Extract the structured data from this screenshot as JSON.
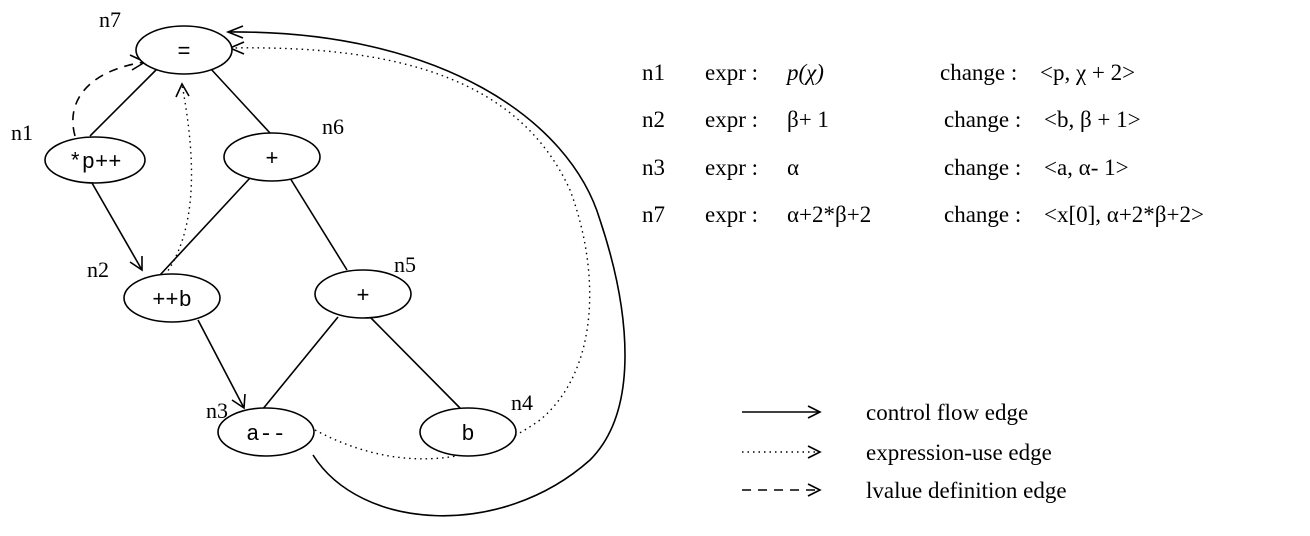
{
  "nodes": [
    {
      "id": "n7",
      "label": "="
    },
    {
      "id": "n1",
      "label": "*p++"
    },
    {
      "id": "n6",
      "label": "+"
    },
    {
      "id": "n2",
      "label": "++b"
    },
    {
      "id": "n5",
      "label": "+"
    },
    {
      "id": "n3",
      "label": "a--"
    },
    {
      "id": "n4",
      "label": "b"
    }
  ],
  "info": {
    "expr_label": "expr :",
    "change_label": "change :",
    "rows": [
      {
        "node": "n1",
        "expr": "p(χ)",
        "change": "<p,  χ + 2>"
      },
      {
        "node": "n2",
        "expr": "β+ 1",
        "change": "<b,  β + 1>"
      },
      {
        "node": "n3",
        "expr": "α",
        "change": "<a,  α- 1>"
      },
      {
        "node": "n7",
        "expr": "α+2*β+2",
        "change": "<x[0],  α+2*β+2>"
      }
    ]
  },
  "legend": [
    {
      "style": "solid",
      "label": "control flow edge"
    },
    {
      "style": "dotted",
      "label": "expression-use edge"
    },
    {
      "style": "dashed",
      "label": "lvalue definition edge"
    }
  ]
}
